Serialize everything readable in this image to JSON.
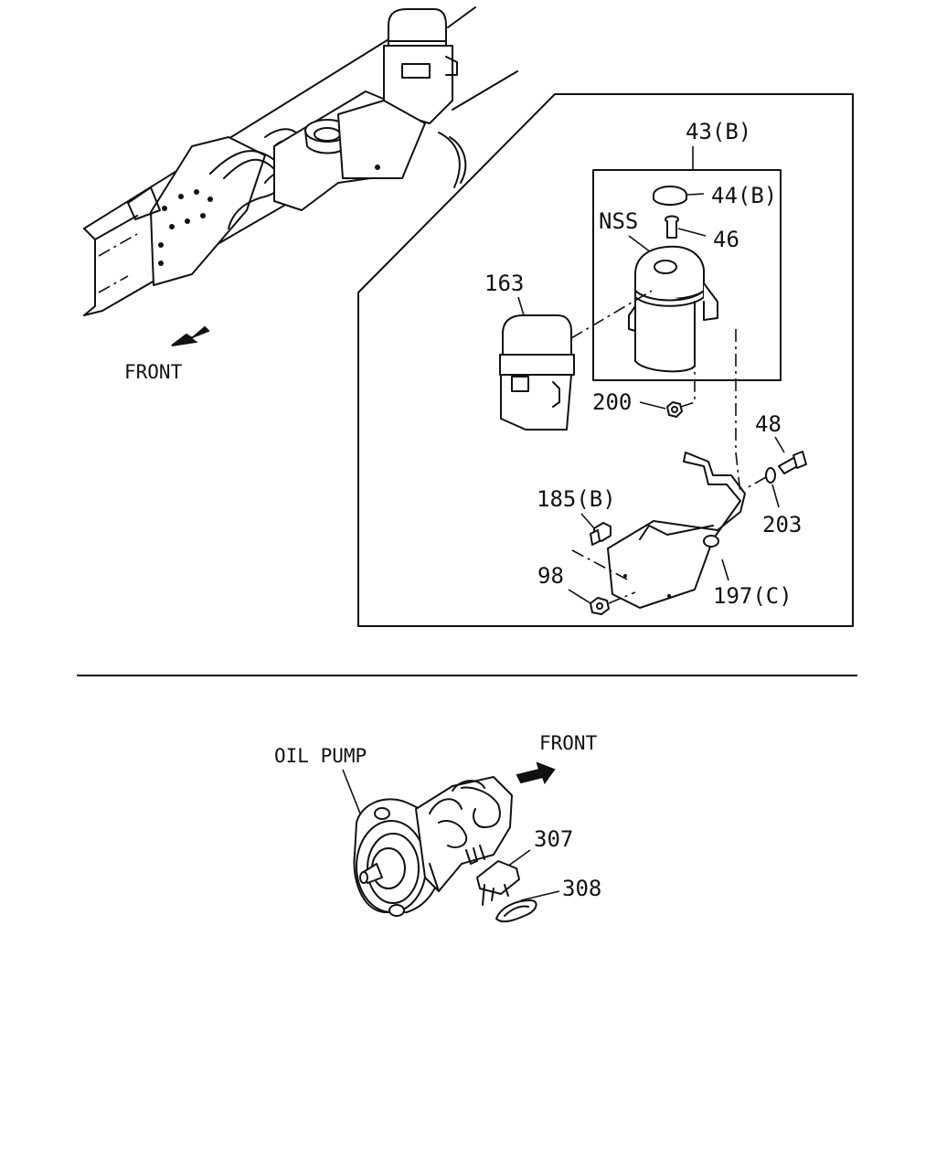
{
  "labels": {
    "ref_43b": "43(B)",
    "ref_44b": "44(B)",
    "nss": "NSS",
    "ref_46": "46",
    "ref_163": "163",
    "ref_200": "200",
    "ref_48": "48",
    "ref_185b": "185(B)",
    "ref_203": "203",
    "ref_98": "98",
    "ref_197c": "197(C)",
    "front_top": "FRONT",
    "front_bottom": "FRONT",
    "oil_pump": "OIL PUMP",
    "ref_307": "307",
    "ref_308": "308"
  }
}
